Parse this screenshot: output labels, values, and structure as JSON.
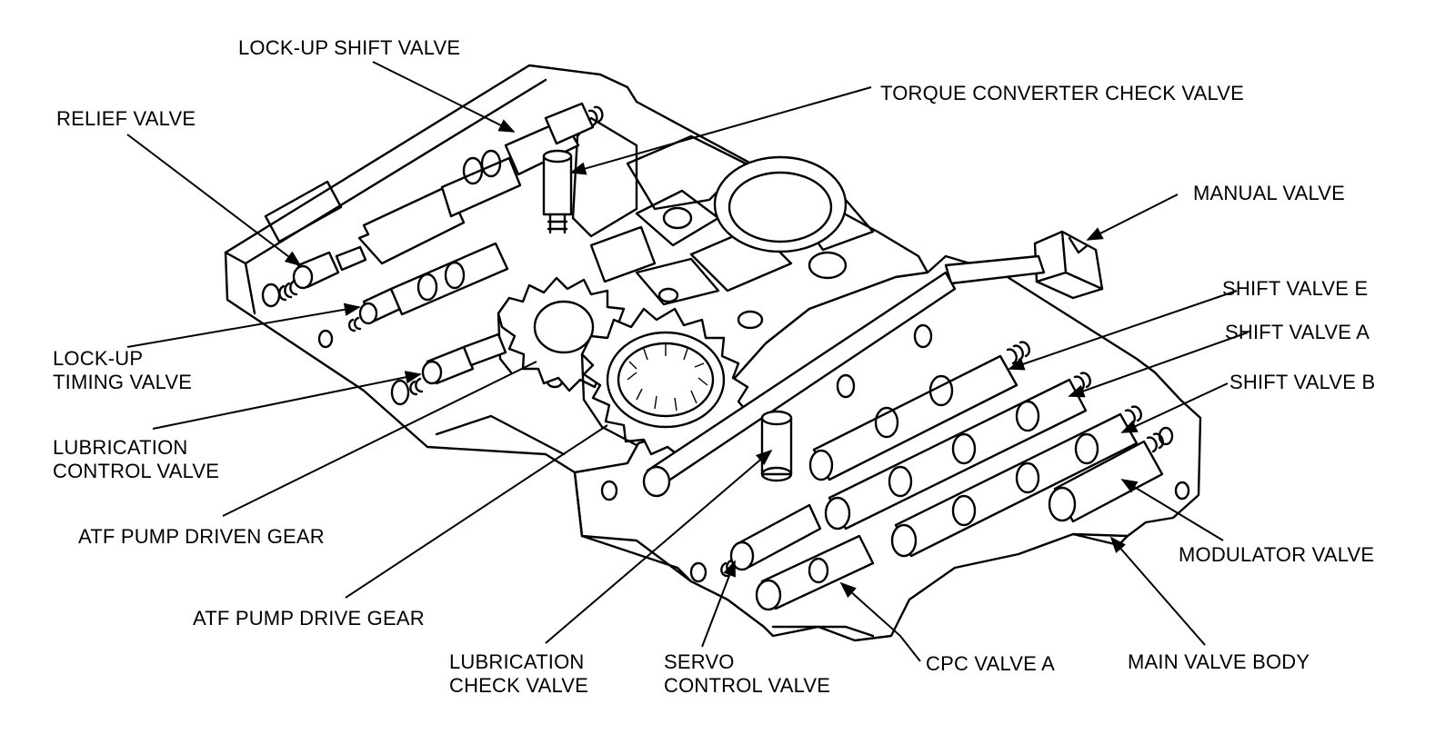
{
  "labels": {
    "lock_up_shift_valve": [
      "LOCK-UP SHIFT VALVE"
    ],
    "relief_valve": [
      "RELIEF VALVE"
    ],
    "torque_converter_check_valve": [
      "TORQUE CONVERTER CHECK VALVE"
    ],
    "manual_valve": [
      "MANUAL VALVE"
    ],
    "shift_valve_e": [
      "SHIFT VALVE E"
    ],
    "shift_valve_a": [
      "SHIFT VALVE A"
    ],
    "shift_valve_b": [
      "SHIFT VALVE B"
    ],
    "lock_up_timing_valve": [
      "LOCK-UP",
      "TIMING VALVE"
    ],
    "lubrication_control_valve": [
      "LUBRICATION",
      "CONTROL VALVE"
    ],
    "atf_pump_driven_gear": [
      "ATF PUMP DRIVEN GEAR"
    ],
    "atf_pump_drive_gear": [
      "ATF PUMP DRIVE GEAR"
    ],
    "lubrication_check_valve": [
      "LUBRICATION",
      "CHECK VALVE"
    ],
    "servo_control_valve": [
      "SERVO",
      "CONTROL VALVE"
    ],
    "cpc_valve_a": [
      "CPC VALVE A"
    ],
    "main_valve_body": [
      "MAIN VALVE BODY"
    ],
    "modulator_valve": [
      "MODULATOR VALVE"
    ]
  }
}
